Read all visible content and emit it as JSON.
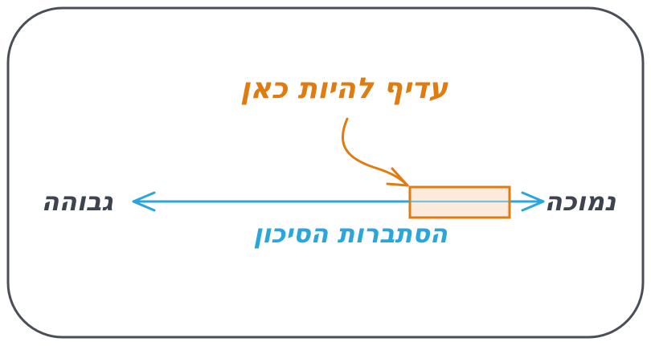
{
  "diagram": {
    "callout_text": "עדיף להיות כאן",
    "left_label": "גבוהה",
    "right_label": "נמוכה",
    "axis_label": "הסתברות הסיכון",
    "colors": {
      "frame": "#4a4f57",
      "axis": "#2aa6dc",
      "callout": "#e07b10",
      "highlight_fill": "#fbe7d6",
      "label_dark": "#3d4450"
    }
  }
}
